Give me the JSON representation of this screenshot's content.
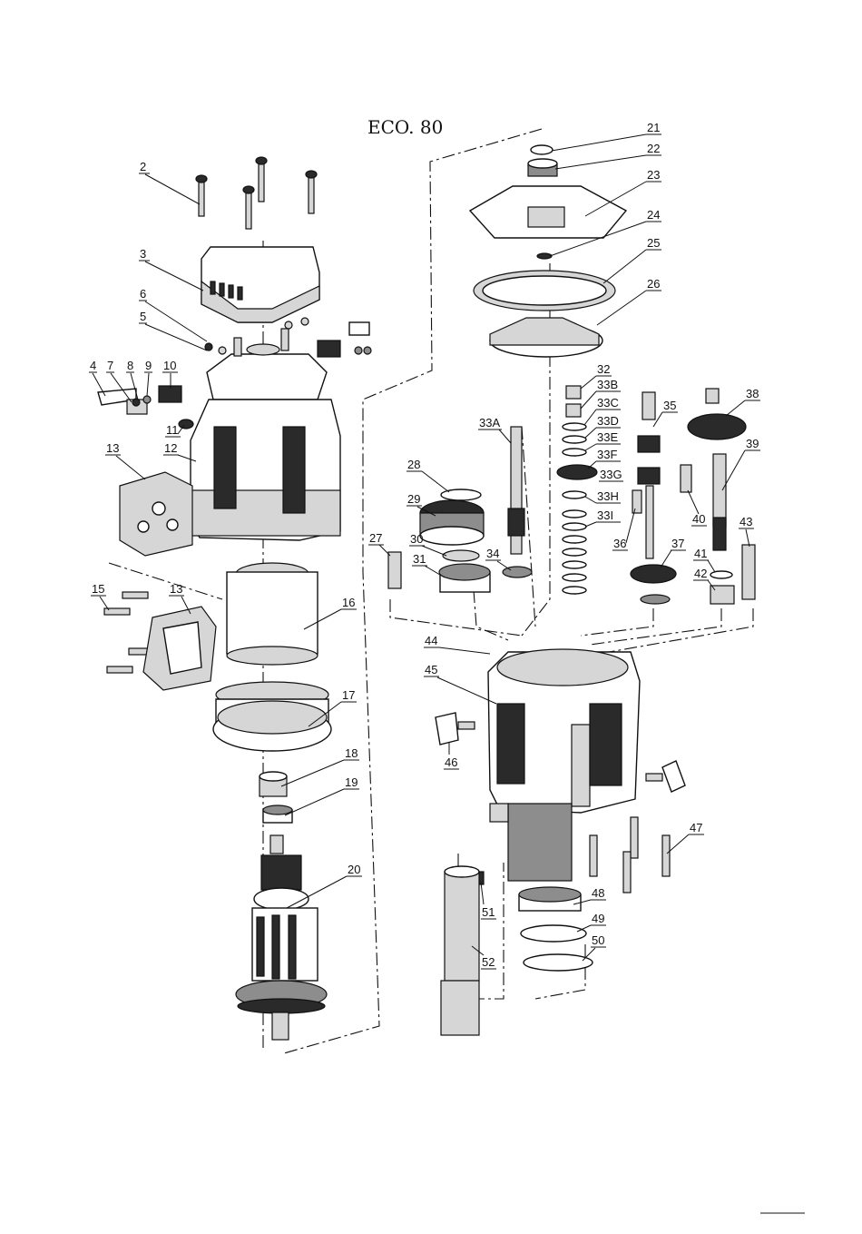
{
  "title": "ECO. 80",
  "callouts": [
    {
      "label": "2"
    },
    {
      "label": "3"
    },
    {
      "label": "4"
    },
    {
      "label": "5"
    },
    {
      "label": "6"
    },
    {
      "label": "7"
    },
    {
      "label": "8"
    },
    {
      "label": "9"
    },
    {
      "label": "10"
    },
    {
      "label": "11"
    },
    {
      "label": "12"
    },
    {
      "label": "13"
    },
    {
      "label": "13"
    },
    {
      "label": "15"
    },
    {
      "label": "16"
    },
    {
      "label": "17"
    },
    {
      "label": "18"
    },
    {
      "label": "19"
    },
    {
      "label": "20"
    },
    {
      "label": "21"
    },
    {
      "label": "22"
    },
    {
      "label": "23"
    },
    {
      "label": "24"
    },
    {
      "label": "25"
    },
    {
      "label": "26"
    },
    {
      "label": "27"
    },
    {
      "label": "28"
    },
    {
      "label": "29"
    },
    {
      "label": "30"
    },
    {
      "label": "31"
    },
    {
      "label": "32"
    },
    {
      "label": "33A"
    },
    {
      "label": "33B"
    },
    {
      "label": "33C"
    },
    {
      "label": "33D"
    },
    {
      "label": "33E"
    },
    {
      "label": "33F"
    },
    {
      "label": "33G"
    },
    {
      "label": "33H"
    },
    {
      "label": "33I"
    },
    {
      "label": "34"
    },
    {
      "label": "35"
    },
    {
      "label": "36"
    },
    {
      "label": "37"
    },
    {
      "label": "38"
    },
    {
      "label": "39"
    },
    {
      "label": "40"
    },
    {
      "label": "41"
    },
    {
      "label": "42"
    },
    {
      "label": "43"
    },
    {
      "label": "44"
    },
    {
      "label": "45"
    },
    {
      "label": "46"
    },
    {
      "label": "47"
    },
    {
      "label": "48"
    },
    {
      "label": "49"
    },
    {
      "label": "50"
    },
    {
      "label": "51"
    },
    {
      "label": "52"
    },
    {
      "label": "20"
    }
  ]
}
